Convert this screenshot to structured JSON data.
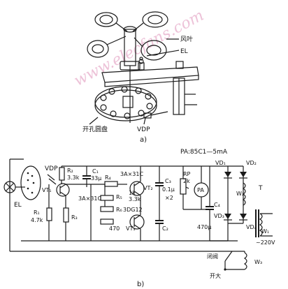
{
  "watermark": "www.elecfans.com",
  "part_a": {
    "caption": "a)",
    "labels": {
      "blade": "风叶",
      "lamp": "EL",
      "disk": "开孔圆盘",
      "detector": "VDP"
    }
  },
  "part_b": {
    "caption": "b)",
    "meter_note": "PA:85C1—5mA",
    "components": {
      "el": "EL",
      "vdp": "VDP",
      "r2": "R₂",
      "r2_val": "3.3k",
      "c1": "C₁",
      "c1_val": "33μ",
      "vt1": "VT₁",
      "vt1_type": "3A×31C",
      "r1": "R₁",
      "r1_val": "4.7k",
      "r3": "R₃",
      "r4": "R₄",
      "vt2_type": "3A×31C",
      "vt2": "VT₂",
      "r5": "R₅",
      "r5_val": "1k",
      "r5_val2": "3.3k",
      "r6": "R₆",
      "vt3_type": "3DG12",
      "r_470": "470",
      "vt3": "VT₃",
      "c3": "C₃",
      "c3_val": "0.1μ",
      "c3_mult": "×2",
      "c2": "C₂",
      "rp": "RP",
      "rp_val": "2k",
      "pa": "PA",
      "c4": "C₄",
      "c4_val": "470μ",
      "vd1": "VD₁",
      "vd2": "VD₂",
      "vd3": "VD₃",
      "vd4": "VD₄",
      "w2": "W₂",
      "t": "T",
      "w1": "W₁",
      "v220": "~220V",
      "w3": "W₃",
      "valve_close": "闭阀",
      "valve_open": "开大"
    }
  }
}
